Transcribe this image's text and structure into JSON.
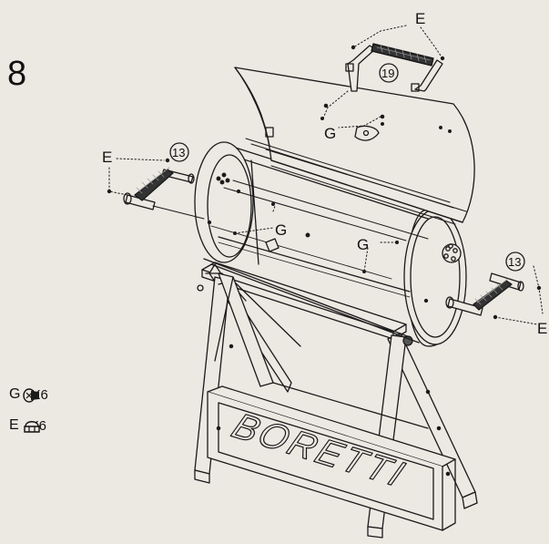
{
  "step_number": "8",
  "legend": [
    {
      "letter": "G",
      "qty": "X6",
      "icon": "screw-icon"
    },
    {
      "letter": "E",
      "qty": "X6",
      "icon": "cap-nut-icon"
    }
  ],
  "callouts": {
    "e_top": "E",
    "e_left": "E",
    "e_right": "E",
    "g_top": "G",
    "g_mid": "G",
    "g_right": "G",
    "num_19": "19",
    "num_13_left": "13",
    "num_13_right": "13"
  },
  "brand": "BORETTI"
}
